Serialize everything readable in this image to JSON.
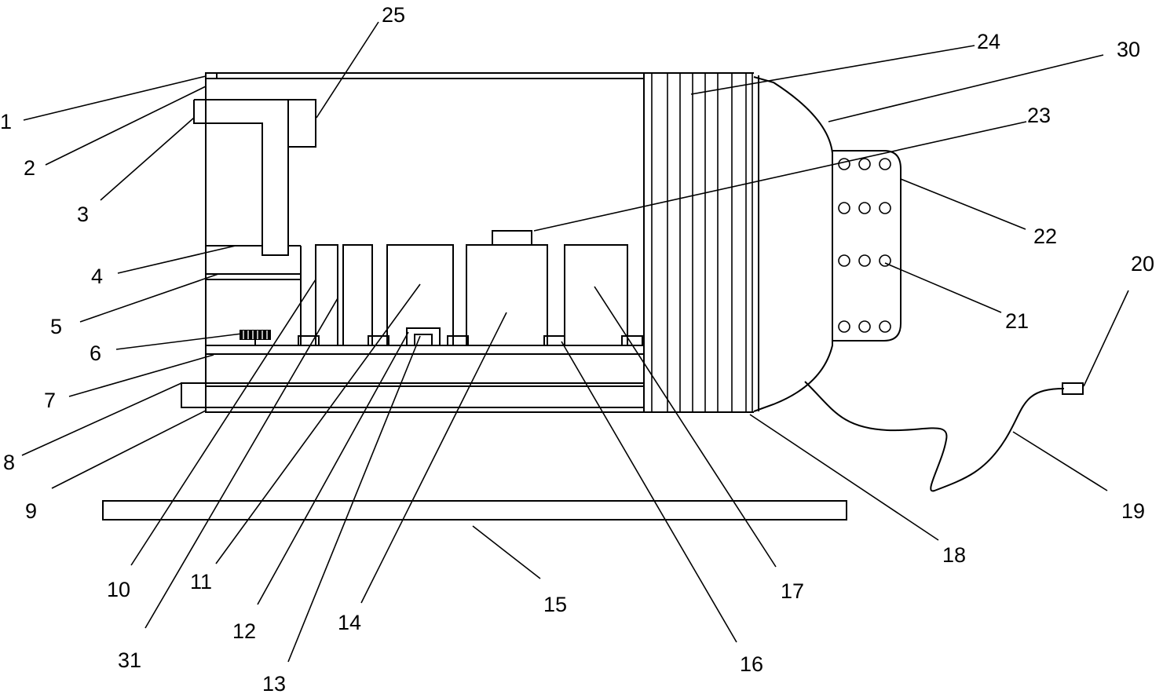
{
  "labels": {
    "l1": "1",
    "l2": "2",
    "l3": "3",
    "l4": "4",
    "l5": "5",
    "l6": "6",
    "l7": "7",
    "l8": "8",
    "l9": "9",
    "l10": "10",
    "l11": "11",
    "l12": "12",
    "l13": "13",
    "l14": "14",
    "l15": "15",
    "l16": "16",
    "l17": "17",
    "l18": "18",
    "l19": "19",
    "l20": "20",
    "l21": "21",
    "l22": "22",
    "l23": "23",
    "l24": "24",
    "l25": "25",
    "l30": "30",
    "l31": "31"
  }
}
